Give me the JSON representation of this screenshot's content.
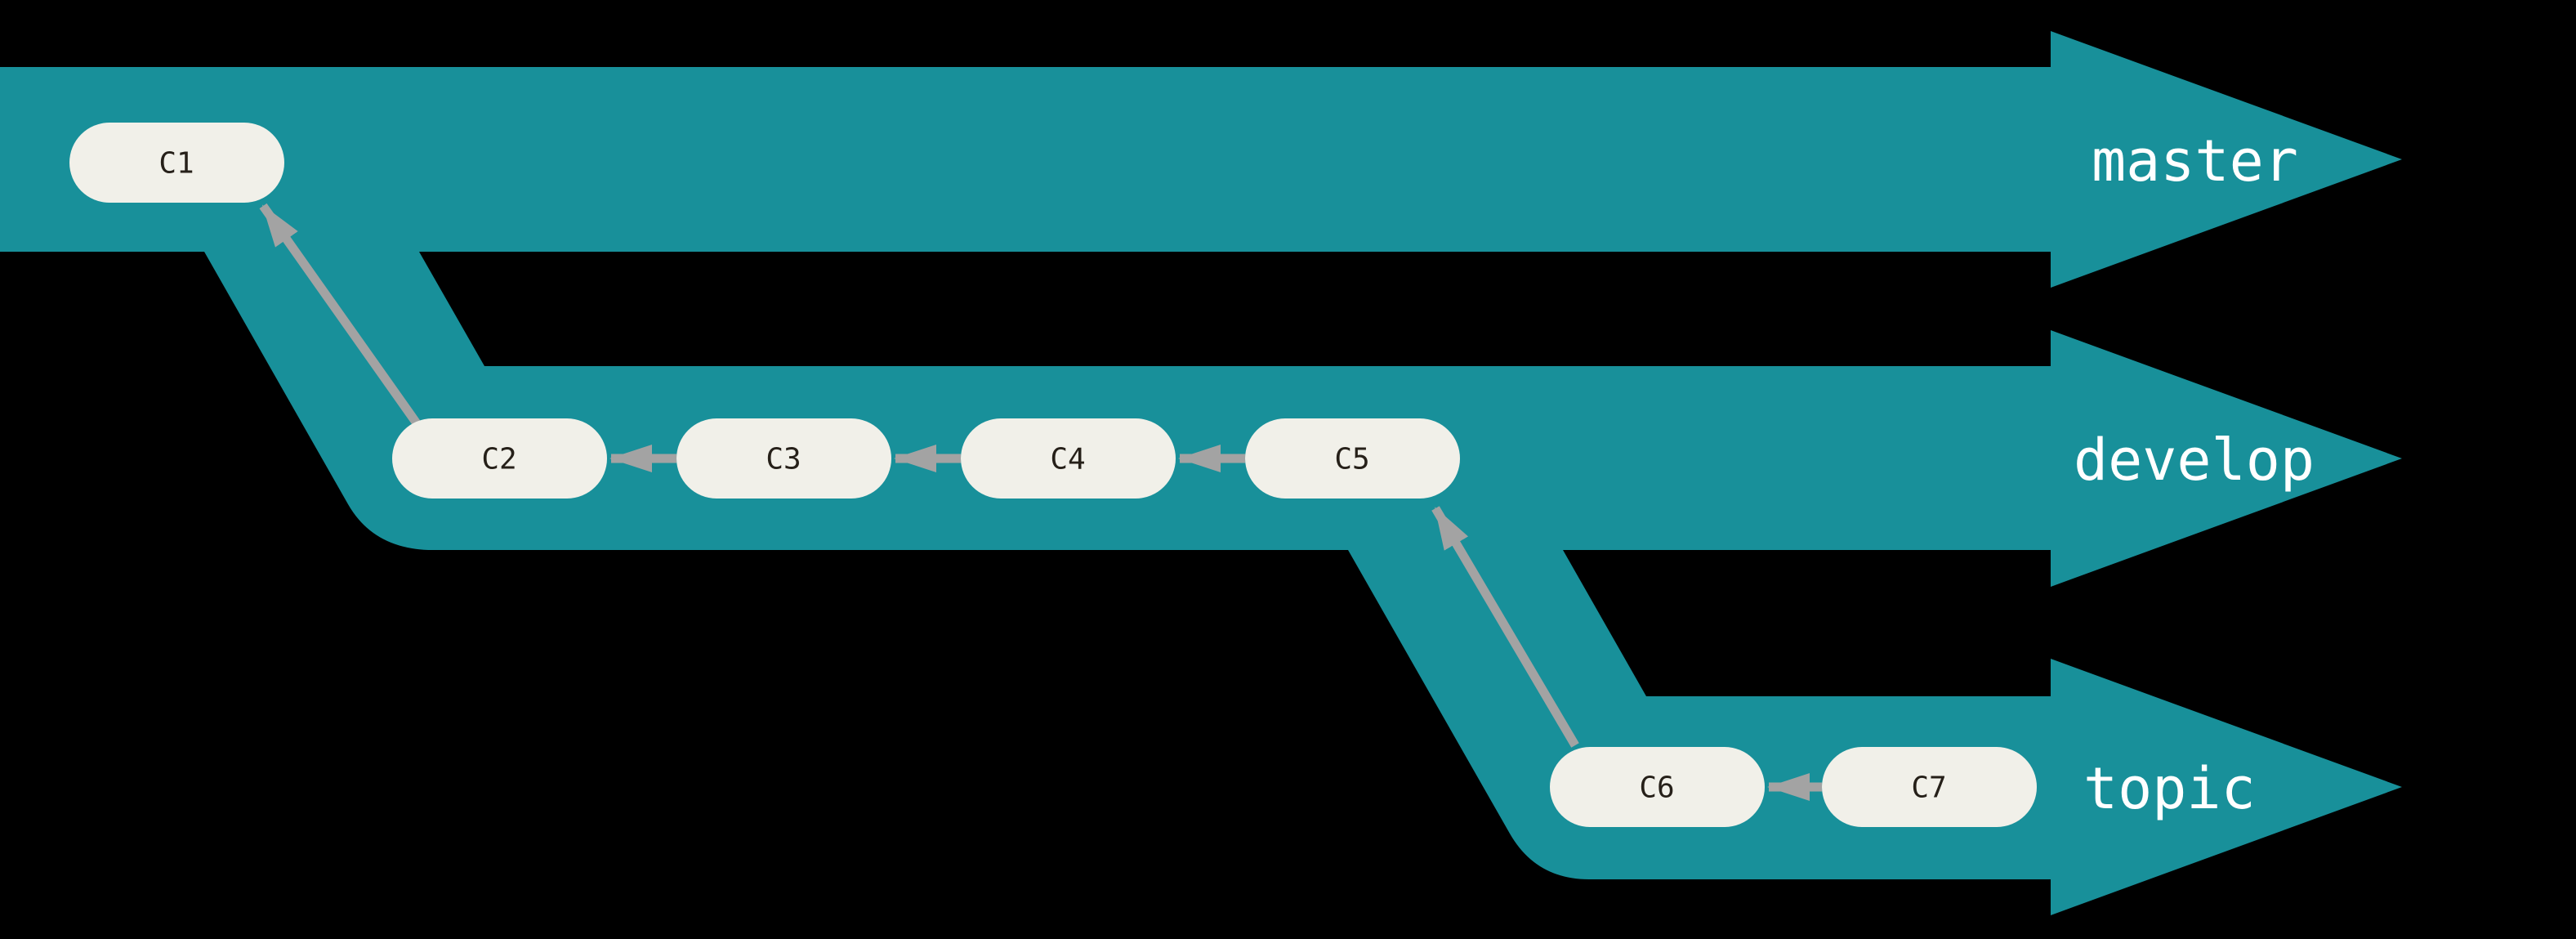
{
  "diagram": {
    "kind": "git-branch-flow",
    "branches": [
      {
        "name": "master",
        "commits": [
          "C1"
        ]
      },
      {
        "name": "develop",
        "commits": [
          "C2",
          "C3",
          "C4",
          "C5"
        ]
      },
      {
        "name": "topic",
        "commits": [
          "C6",
          "C7"
        ]
      }
    ],
    "commits": [
      {
        "label": "C1",
        "branch": "master"
      },
      {
        "label": "C2",
        "branch": "develop"
      },
      {
        "label": "C3",
        "branch": "develop"
      },
      {
        "label": "C4",
        "branch": "develop"
      },
      {
        "label": "C5",
        "branch": "develop"
      },
      {
        "label": "C6",
        "branch": "topic"
      },
      {
        "label": "C7",
        "branch": "topic"
      }
    ],
    "edges": [
      {
        "from": "C2",
        "to": "C1"
      },
      {
        "from": "C3",
        "to": "C2"
      },
      {
        "from": "C4",
        "to": "C3"
      },
      {
        "from": "C5",
        "to": "C4"
      },
      {
        "from": "C6",
        "to": "C5"
      },
      {
        "from": "C7",
        "to": "C6"
      }
    ]
  },
  "colors": {
    "background": "#000000",
    "lane": "#18909a",
    "lane-label": "#ffffff",
    "commit-fill": "#f1f0e9",
    "commit-text": "#262019",
    "edge": "#a3a3a3"
  }
}
